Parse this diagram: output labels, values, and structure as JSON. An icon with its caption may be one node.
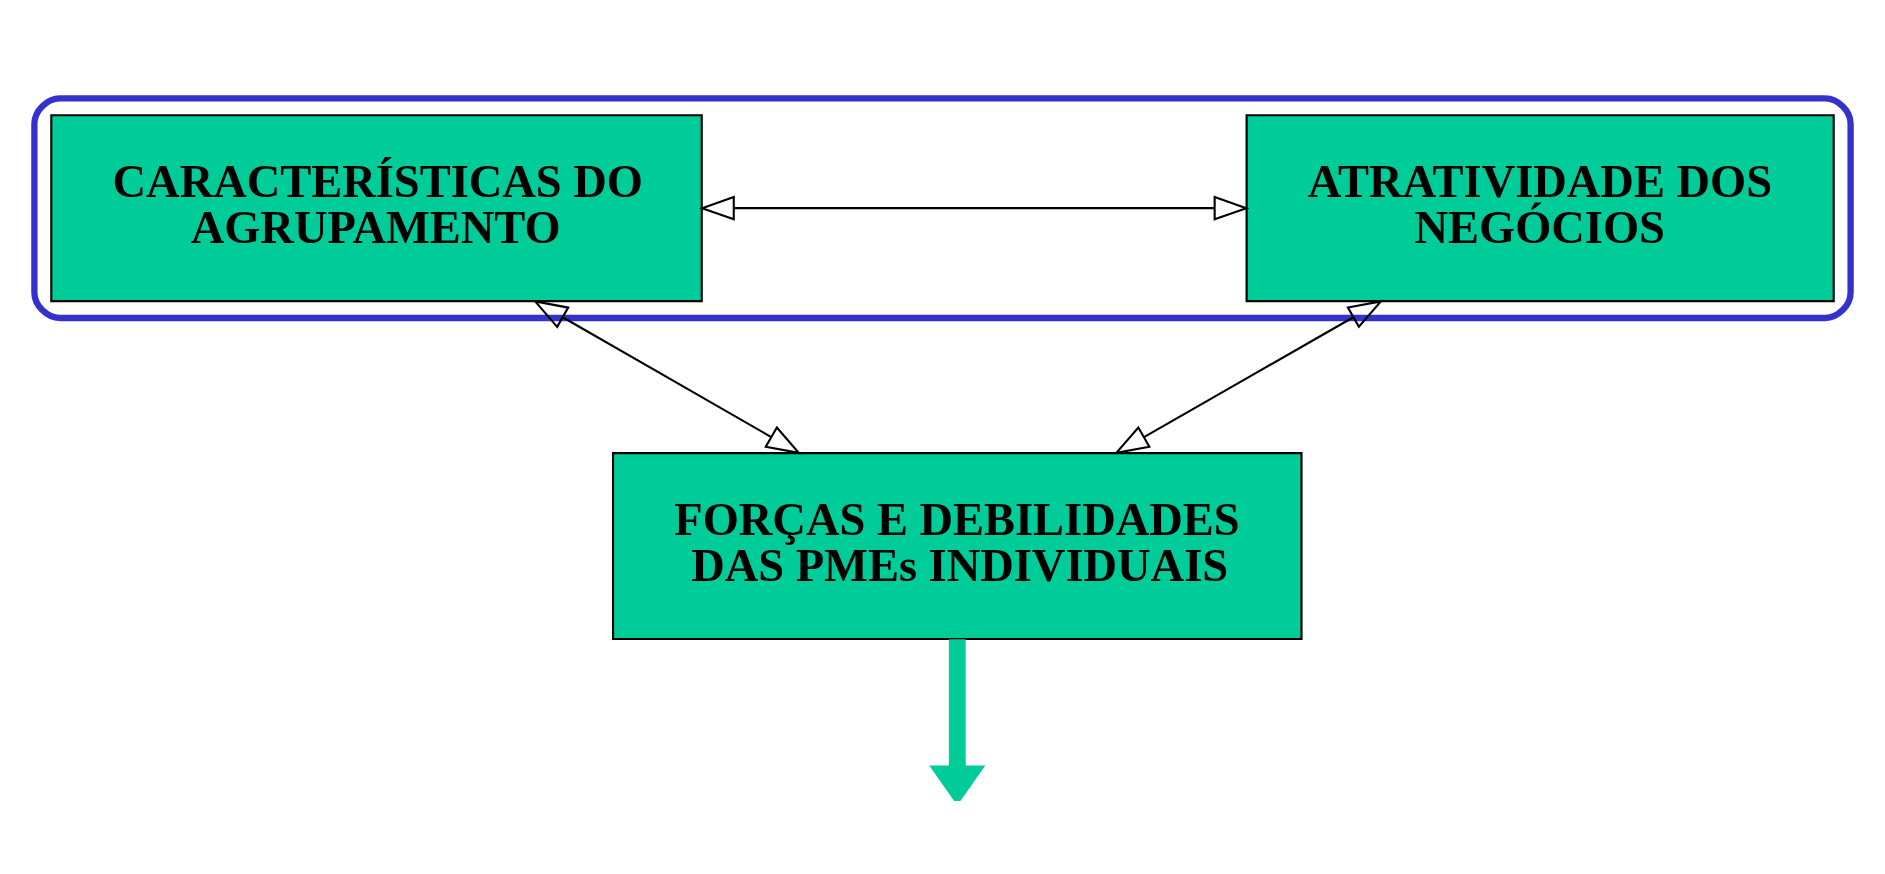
{
  "diagram": {
    "nodes": [
      {
        "text": [],
        "shape": "ellipse"
      },
      {
        "text": [
          "CARACTERÍSTICAS DO AGRUPAMENTO"
        ],
        "in": 0
      },
      {
        "text": [
          "ATRATIVIDADE DOS NEGÓCIOS"
        ],
        "in": 0
      },
      {
        "text": [
          "FORÇAS E DEBILIDADES DAS PMEs INDIVIDUAIS"
        ]
      }
    ],
    "edges": [
      {
        "from": 1,
        "to": 2,
        "arrow": "both"
      },
      {
        "from": 1,
        "to": 3,
        "arrow": "both"
      },
      {
        "from": 2,
        "to": 3,
        "arrow": "both"
      },
      {
        "from": 3,
        "to": null,
        "arrow": "to",
        "style": "thick",
        "color": "#00cc99"
      }
    ]
  }
}
